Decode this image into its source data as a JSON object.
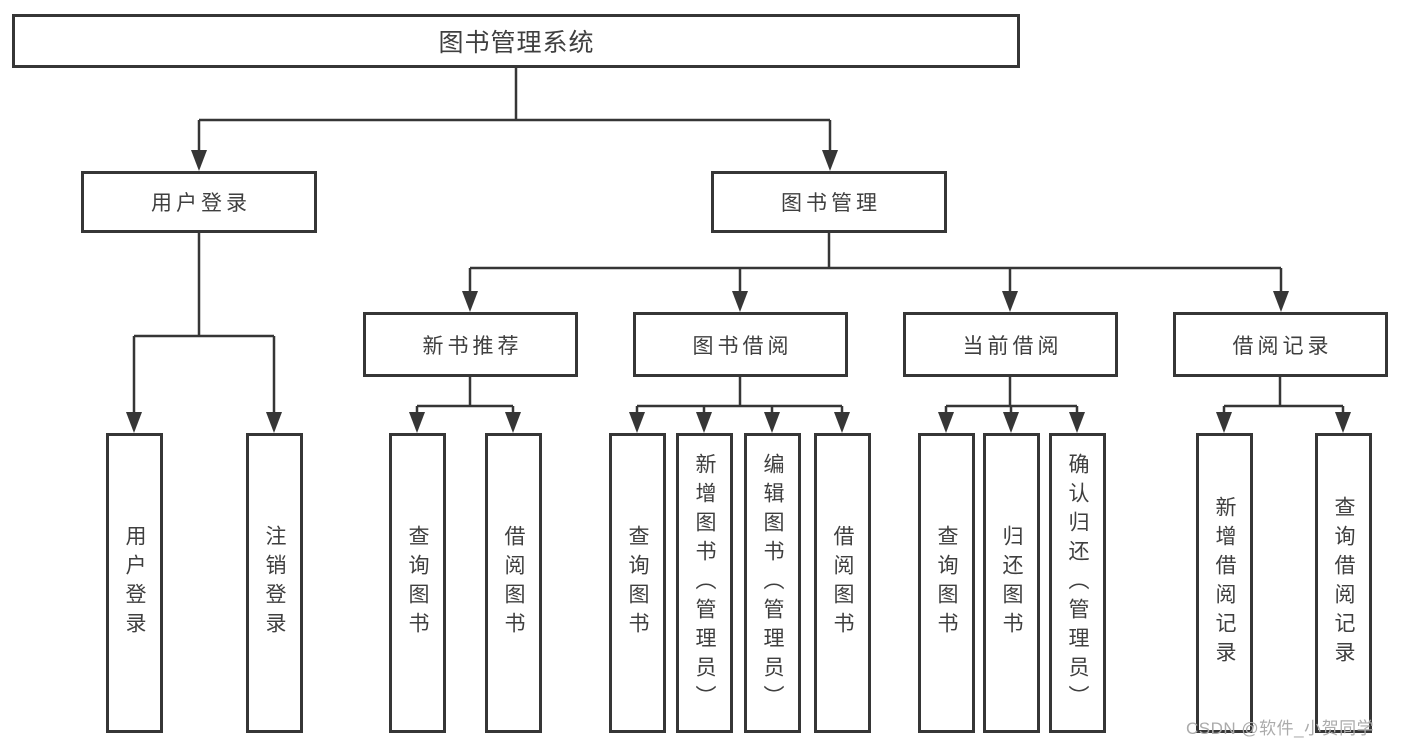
{
  "diagram": {
    "root": "图书管理系统",
    "branches": [
      {
        "label": "用户登录",
        "children": [
          "用户登录",
          "注销登录"
        ]
      },
      {
        "label": "图书管理",
        "groups": [
          {
            "label": "新书推荐",
            "children": [
              "查询图书",
              "借阅图书"
            ]
          },
          {
            "label": "图书借阅",
            "children": [
              "查询图书",
              "新增图书（管理员）",
              "编辑图书（管理员）",
              "借阅图书"
            ]
          },
          {
            "label": "当前借阅",
            "children": [
              "查询图书",
              "归还图书",
              "确认归还（管理员）"
            ]
          },
          {
            "label": "借阅记录",
            "children": [
              "新增借阅记录",
              "查询借阅记录"
            ]
          }
        ]
      }
    ]
  },
  "watermark": {
    "text": "CSDN @软件_小贺同学"
  },
  "colors": {
    "line": "#363636",
    "text": "#3f3f3f",
    "background": "#ffffff",
    "watermark": "#ababab"
  }
}
